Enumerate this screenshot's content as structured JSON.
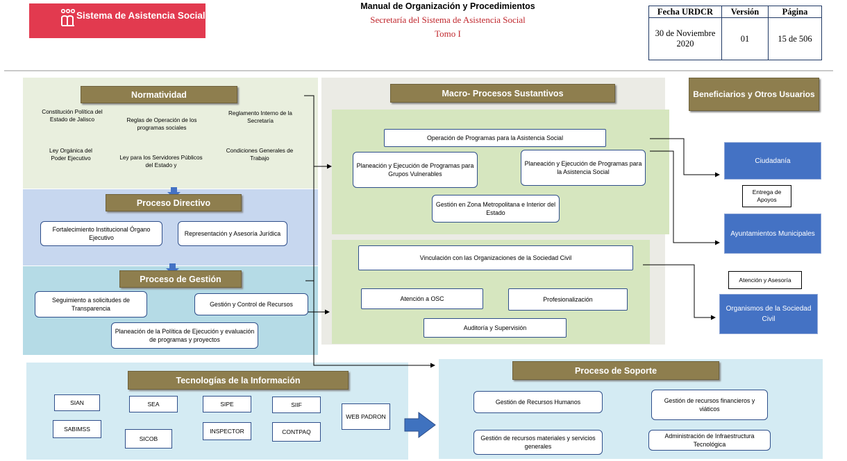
{
  "header": {
    "logo_text": "Sistema de Asistencia Social",
    "title": "Manual de Organización y Procedimientos",
    "subtitle": "Secretaría del Sistema de Asistencia Social",
    "tomo": "Tomo I"
  },
  "meta_table": {
    "headers": [
      "Fecha URDCR",
      "Versión",
      "Página"
    ],
    "values": [
      "30 de Noviembre 2020",
      "01",
      "15 de 506"
    ]
  },
  "normatividad": {
    "title": "Normatividad",
    "items": [
      "Constitución Política del Estado de Jalisco",
      "Reglas de Operación de los programas sociales",
      "Reglamento Interno de la Secretaría",
      "Ley Orgánica del Poder Ejecutivo",
      "Ley para los Servidores Públicos del Estado y",
      "Condiciones Generales de Trabajo"
    ]
  },
  "directivo": {
    "title": "Proceso Directivo",
    "items": [
      "Fortalecimiento Institucional Órgano Ejecutivo",
      "Representación y Asesoría Jurídica"
    ]
  },
  "gestion": {
    "title": "Proceso de Gestión",
    "items": [
      "Seguimiento a solicitudes de Transparencia",
      "Gestión y Control de Recursos",
      "Planeación de la Política de Ejecución y evaluación de programas y proyectos"
    ]
  },
  "macro": {
    "title": "Macro- Procesos Sustantivos",
    "group1": [
      "Operación de Programas para la Asistencia Social",
      "Planeación y Ejecución de Programas para Grupos Vulnerables",
      "Planeación y Ejecución de Programas para la Asistencia Social",
      "Gestión en Zona Metropolitana e Interior del Estado"
    ],
    "group2": [
      "Vinculación con las Organizaciones de la Sociedad Civil",
      "Atención a OSC",
      "Profesionalización",
      "Auditoría y Supervisión"
    ]
  },
  "beneficiarios": {
    "title": "Beneficiarios y Otros Usuarios",
    "targets": [
      "Ciudadanía",
      "Ayuntamientos Municipales",
      "Organismos de la Sociedad Civil"
    ],
    "labels": [
      "Entrega de Apoyos",
      "Atención y Asesoría"
    ]
  },
  "tecnologias": {
    "title": "Tecnologías de la Información",
    "items": [
      "SIAN",
      "SEA",
      "SIPE",
      "SIIF",
      "WEB PADRON",
      "SABIMSS",
      "SICOB",
      "INSPECTOR",
      "CONTPAQ"
    ]
  },
  "soporte": {
    "title": "Proceso de Soporte",
    "items": [
      "Gestión de Recursos Humanos",
      "Gestión de recursos financieros y viáticos",
      "Gestión de recursos materiales y servicios generales",
      "Administración de Infraestructura Tecnológica"
    ]
  },
  "colors": {
    "brand": "#e23a4f",
    "header_bar": "#8e7e4e",
    "target_blue": "#4472c4",
    "box_border": "#2e4e8a"
  }
}
